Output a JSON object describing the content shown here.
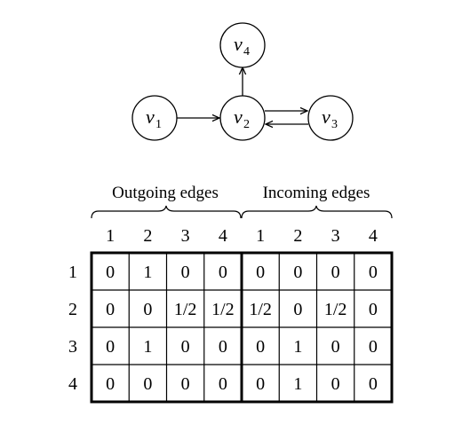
{
  "graph": {
    "vertices": [
      {
        "id": "v1",
        "base": "v",
        "sub": "1"
      },
      {
        "id": "v2",
        "base": "v",
        "sub": "2"
      },
      {
        "id": "v3",
        "base": "v",
        "sub": "3"
      },
      {
        "id": "v4",
        "base": "v",
        "sub": "4"
      }
    ],
    "edges": [
      {
        "from": "v1",
        "to": "v2"
      },
      {
        "from": "v2",
        "to": "v4"
      },
      {
        "from": "v2",
        "to": "v3"
      },
      {
        "from": "v3",
        "to": "v2"
      }
    ]
  },
  "table": {
    "group_labels": {
      "outgoing": "Outgoing edges",
      "incoming": "Incoming edges"
    },
    "column_headers": [
      "1",
      "2",
      "3",
      "4",
      "1",
      "2",
      "3",
      "4"
    ],
    "row_headers": [
      "1",
      "2",
      "3",
      "4"
    ],
    "rows": [
      [
        "0",
        "1",
        "0",
        "0",
        "0",
        "0",
        "0",
        "0"
      ],
      [
        "0",
        "0",
        "1/2",
        "1/2",
        "1/2",
        "0",
        "1/2",
        "0"
      ],
      [
        "0",
        "1",
        "0",
        "0",
        "0",
        "1",
        "0",
        "0"
      ],
      [
        "0",
        "0",
        "0",
        "0",
        "0",
        "1",
        "0",
        "0"
      ]
    ]
  }
}
